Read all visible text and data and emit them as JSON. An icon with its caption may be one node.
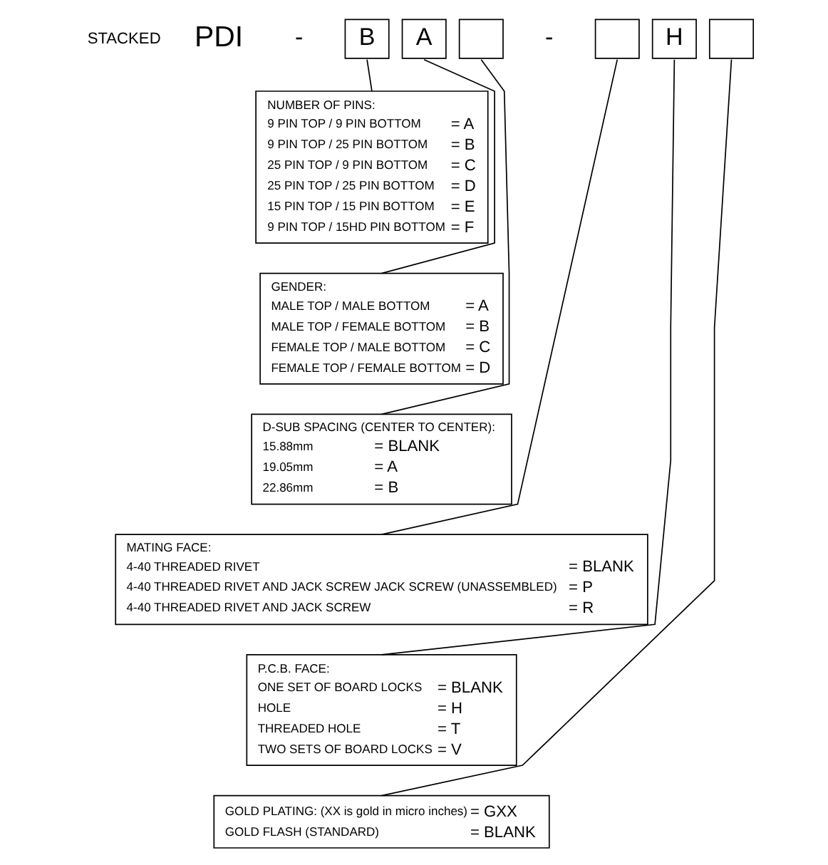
{
  "diagram": {
    "nodes": [
      {
        "text": [
          "B"
        ]
      },
      {
        "text": [
          "A"
        ]
      },
      {
        "text": [],
        "shape": "box"
      },
      {
        "text": [],
        "shape": "box"
      },
      {
        "text": [
          "H"
        ]
      },
      {
        "text": [],
        "shape": "box"
      },
      {
        "text": [
          "NUMBER OF PINS:",
          "9 PIN TOP / 9 PIN BOTTOM",
          "= A",
          "9 PIN TOP / 25 PIN BOTTOM",
          "= B",
          "25 PIN TOP / 9 PIN BOTTOM",
          "= C",
          "25 PIN TOP / 25 PIN BOTTOM",
          "= D",
          "15 PIN TOP / 15 PIN BOTTOM",
          "= E",
          "9 PIN TOP / 15HD PIN BOTTOM",
          "= F"
        ]
      },
      {
        "text": [
          "GENDER:",
          "MALE TOP / MALE BOTTOM",
          "= A",
          "MALE TOP / FEMALE BOTTOM",
          "= B",
          "FEMALE TOP / MALE BOTTOM",
          "= C",
          "FEMALE TOP / FEMALE BOTTOM",
          "= D"
        ]
      },
      {
        "text": [
          "D-SUB SPACING (CENTER TO CENTER):",
          "15.88mm",
          "= BLANK",
          "19.05mm",
          "= A",
          "22.86mm",
          "= B"
        ]
      },
      {
        "text": [
          "MATING FACE:",
          "4-40 THREADED RIVET",
          "= BLANK",
          "4-40 THREADED RIVET AND JACK SCREW JACK SCREW (UNASSEMBLED)",
          "= P",
          "4-40 THREADED RIVET AND JACK SCREW",
          "= R"
        ]
      },
      {
        "text": [
          "P.C.B. FACE:",
          "ONE SET OF BOARD LOCKS",
          "= BLANK",
          "HOLE",
          "= H",
          "THREADED HOLE",
          "= T",
          "TWO SETS OF BOARD LOCKS",
          "= V"
        ]
      },
      {
        "text": [
          "GOLD PLATING: (XX is gold in micro inches)",
          "= GXX",
          "GOLD FLASH (STANDARD)",
          "= BLANK"
        ]
      }
    ],
    "edges": [
      {
        "from": 0,
        "to": 6,
        "arrow": "none"
      },
      {
        "from": 1,
        "to": 7,
        "arrow": "none"
      },
      {
        "from": 2,
        "to": 8,
        "arrow": "none"
      },
      {
        "from": 3,
        "to": 9,
        "arrow": "none"
      },
      {
        "from": 4,
        "to": 10,
        "arrow": "none"
      },
      {
        "from": 5,
        "to": 11,
        "arrow": "none"
      }
    ],
    "labels": [
      "STACKED",
      "PDI",
      "-",
      "-"
    ]
  }
}
